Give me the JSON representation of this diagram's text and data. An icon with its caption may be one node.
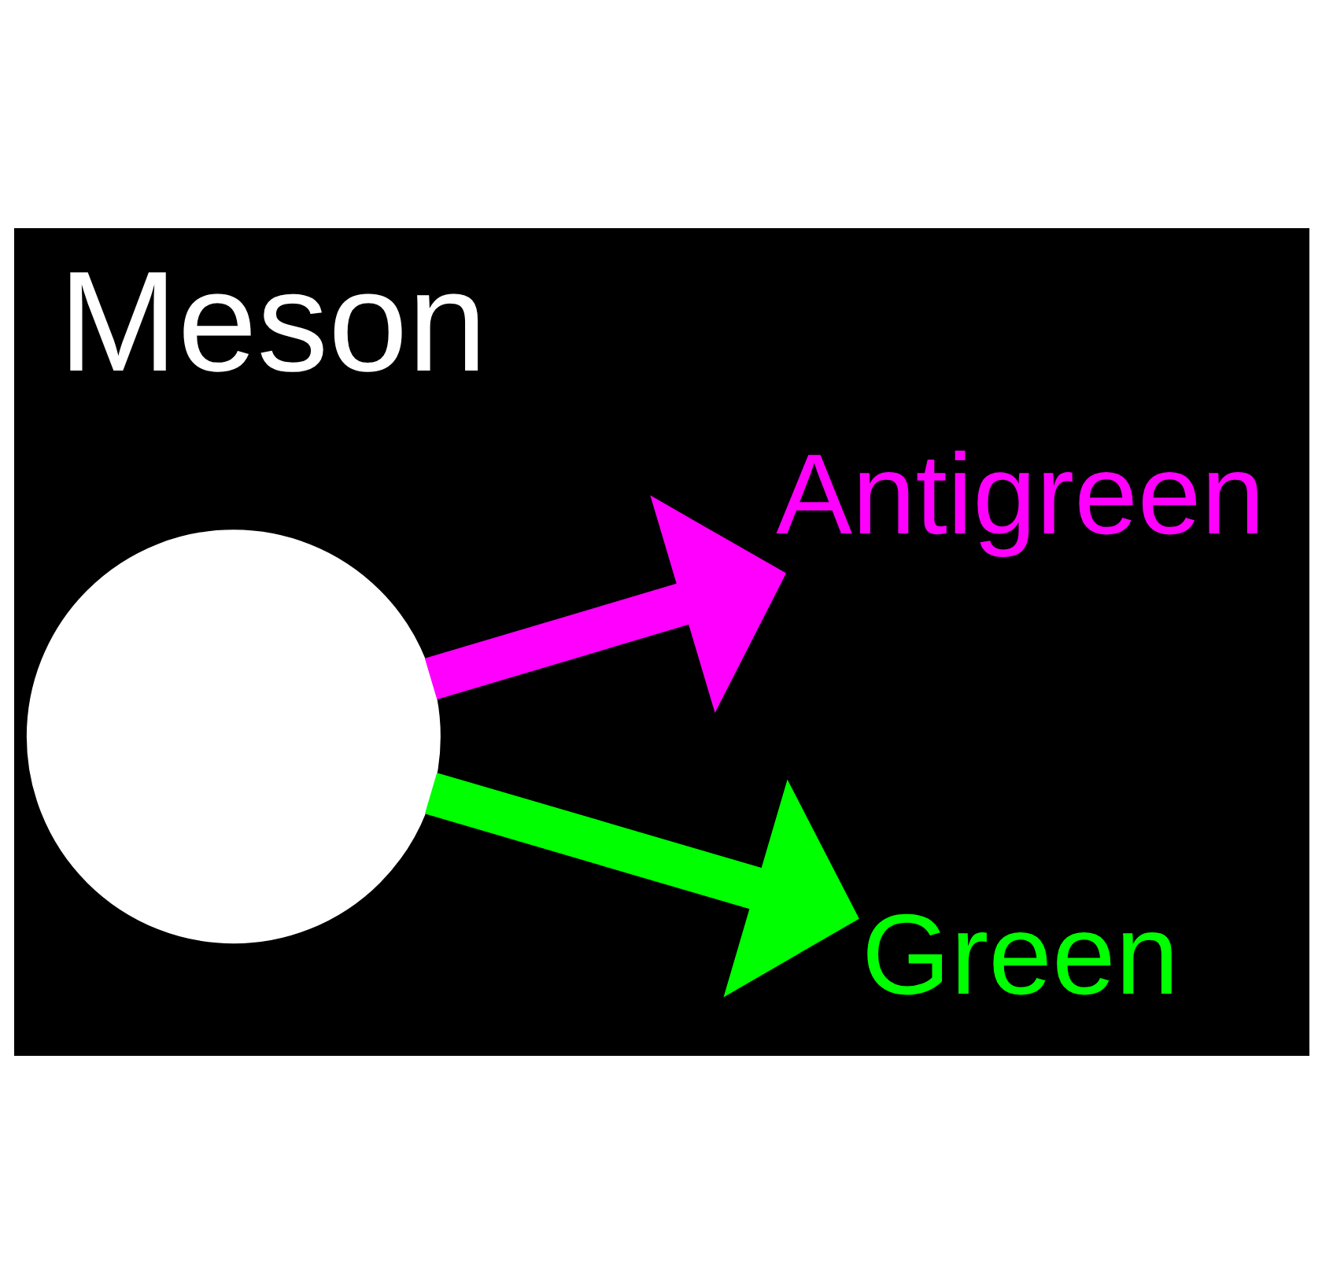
{
  "diagram": {
    "title": "Meson",
    "nodes": [
      {
        "text": [],
        "shape": "circle"
      },
      {
        "text": [
          "Antigreen"
        ]
      },
      {
        "text": [
          "Green"
        ]
      }
    ],
    "edges": [
      {
        "from": 0,
        "to": 1,
        "arrow": "to",
        "color": "#ff00ff"
      },
      {
        "from": 0,
        "to": 2,
        "arrow": "to",
        "color": "#00ff00"
      }
    ]
  }
}
